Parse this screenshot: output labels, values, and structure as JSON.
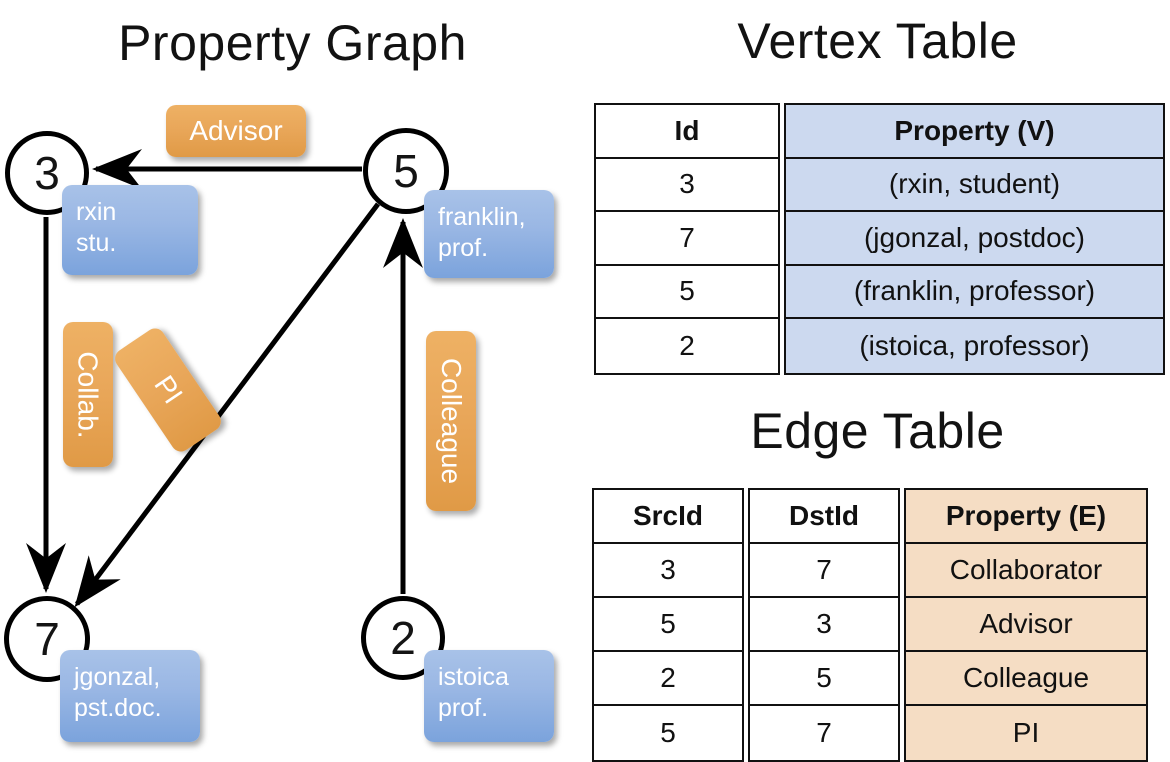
{
  "titles": {
    "property_graph": "Property Graph",
    "vertex_table": "Vertex Table",
    "edge_table": "Edge Table"
  },
  "colors": {
    "vertex_fill": "#ccd9ef",
    "edge_fill": "#f5ddc4",
    "node_property_box": "#9ab7e4",
    "edge_label_box": "#e9a75a",
    "stroke": "#111111",
    "background": "#ffffff"
  },
  "graph": {
    "nodes": [
      {
        "id": "3",
        "property_lines": [
          "rxin",
          "stu."
        ]
      },
      {
        "id": "5",
        "property_lines": [
          "franklin,",
          "prof."
        ]
      },
      {
        "id": "7",
        "property_lines": [
          "jgonzal,",
          "pst.doc."
        ]
      },
      {
        "id": "2",
        "property_lines": [
          "istoica",
          "prof."
        ]
      }
    ],
    "edge_labels": [
      {
        "name": "advisor",
        "text": "Advisor"
      },
      {
        "name": "collab",
        "text": "Collab."
      },
      {
        "name": "pi",
        "text": "PI"
      },
      {
        "name": "colleague",
        "text": "Colleague"
      }
    ],
    "edges": [
      {
        "from": "5",
        "to": "3",
        "label": "Advisor"
      },
      {
        "from": "3",
        "to": "7",
        "label": "Collab."
      },
      {
        "from": "5",
        "to": "7",
        "label": "PI"
      },
      {
        "from": "2",
        "to": "5",
        "label": "Colleague"
      }
    ]
  },
  "vertex_table": {
    "headers": [
      "Id",
      "Property (V)"
    ],
    "rows": [
      {
        "id": "3",
        "property": "(rxin, student)"
      },
      {
        "id": "7",
        "property": "(jgonzal, postdoc)"
      },
      {
        "id": "5",
        "property": "(franklin, professor)"
      },
      {
        "id": "2",
        "property": "(istoica, professor)"
      }
    ]
  },
  "edge_table": {
    "headers": [
      "SrcId",
      "DstId",
      "Property (E)"
    ],
    "rows": [
      {
        "src": "3",
        "dst": "7",
        "property": "Collaborator"
      },
      {
        "src": "5",
        "dst": "3",
        "property": "Advisor"
      },
      {
        "src": "2",
        "dst": "5",
        "property": "Colleague"
      },
      {
        "src": "5",
        "dst": "7",
        "property": "PI"
      }
    ]
  }
}
